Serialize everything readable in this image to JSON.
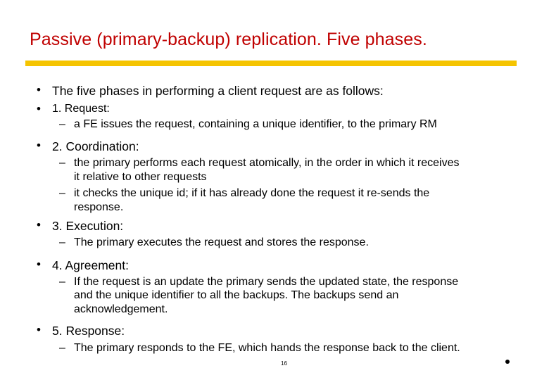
{
  "title": "Passive (primary-backup) replication. Five phases.",
  "items": [
    {
      "text": "The five phases in performing a client request are as follows:",
      "subs": []
    },
    {
      "text": "1. Request:",
      "subs": [
        "a FE issues the request, containing a unique identifier, to the primary RM"
      ]
    },
    {
      "text": "2. Coordination:",
      "subs": [
        [
          "the primary performs each request atomically, in the order in which it receives",
          "it relative to other requests"
        ],
        [
          "it checks the unique id; if it has already done the request it re-sends the",
          "response."
        ]
      ]
    },
    {
      "text": "3. Execution:",
      "subs": [
        "The primary executes the request and stores the response."
      ]
    },
    {
      "text": "4. Agreement:",
      "subs": [
        [
          "If the request is an update the primary sends the updated state, the response",
          "and the unique identifier to all the backups. The backups send an",
          "acknowledgement."
        ]
      ]
    },
    {
      "text": "5. Response:",
      "subs": [
        "The primary responds to the FE, which hands the response back to the client."
      ]
    }
  ],
  "page_number": "16",
  "colors": {
    "title": "#c00000",
    "rule": "#f5c400"
  }
}
